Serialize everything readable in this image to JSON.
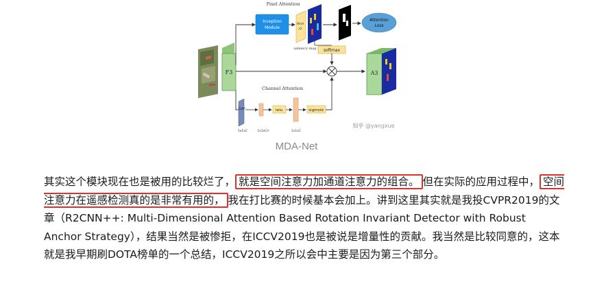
{
  "figure": {
    "caption": "MDA-Net",
    "pixel_attention_title": "Pixel Attention",
    "channel_attention_title": "Channel Attention",
    "inception_module": "Inception\nModule",
    "wxh_x2": "WxH\nx2",
    "saliency_map": "saliency map",
    "attention_loss": "Attention\nLoss",
    "softmax": "softmax",
    "f3": "F3",
    "a3": "A3",
    "gap": "GAP",
    "relu": "relu",
    "sigmoid": "sigmoid",
    "dim1": "1x1xC",
    "dim2": "1x1xC/r",
    "dim3": "1x1xC",
    "watermark": "知乎 @yangxue",
    "colors": {
      "blue": "#1e90e8",
      "yellow": "#fbe49a",
      "green": "#a9d89a",
      "ellipse": "#5aa0d8"
    }
  },
  "paragraph": {
    "seg1": "其实这个模块现在也是被用的比较烂了，",
    "hl1": "就是空间注意力加通道注意力的组合。",
    "seg2": "但在实际的应用过程中，",
    "hl2": "空间注意力在遥感检测真的是非常有用的，",
    "seg3": "我在打比赛的时候基本会加上。讲到这里其实就是我投CVPR2019的文章（R2CNN++: Multi-Dimensional Attention Based Rotation Invariant Detector with Robust Anchor Strategy），结果当然是被惨拒，在ICCV2019也是被说是增量性的贡献。我当然是比较同意的，这本就是我早期刷DOTA榜单的一个总结，ICCV2019之所以会中主要是因为第三个部分。"
  }
}
